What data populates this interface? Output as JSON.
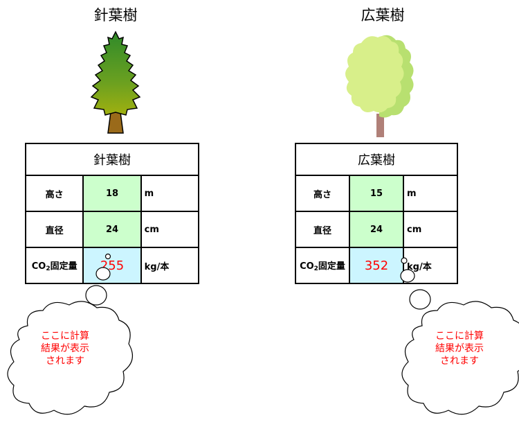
{
  "conifer": {
    "title": "針葉樹",
    "table_title": "針葉樹",
    "height_label": "高さ",
    "height_value": "18",
    "height_unit": "m",
    "diameter_label": "直径",
    "diameter_value": "24",
    "diameter_unit": "cm",
    "co2_label_prefix": "CO",
    "co2_label_sub": "2",
    "co2_label_suffix": "固定量",
    "co2_value": "255",
    "co2_unit": "kg/本",
    "bubble_text": "ここに計算\n結果が表示\nされます"
  },
  "broadleaf": {
    "title": "広葉樹",
    "table_title": "広葉樹",
    "height_label": "高さ",
    "height_value": "15",
    "height_unit": "m",
    "diameter_label": "直径",
    "diameter_value": "24",
    "diameter_unit": "cm",
    "co2_label_prefix": "CO",
    "co2_label_sub": "2",
    "co2_label_suffix": "固定量",
    "co2_value": "352",
    "co2_unit": "kg/本",
    "bubble_text": "ここに計算\n結果が表示\nされます"
  },
  "colors": {
    "input_cell": "#ccffcc",
    "output_cell": "#ccf5ff",
    "result_text": "#ff0000",
    "conifer_foliage": "#5a9a1e",
    "conifer_trunk": "#9a6a1a",
    "broadleaf_foliage": "#d8ef8a",
    "broadleaf_shadow": "#b8e070",
    "broadleaf_trunk": "#b08078"
  },
  "icons": {
    "conifer_tree": "conifer-tree-icon",
    "broadleaf_tree": "broadleaf-tree-icon",
    "thought_bubble": "thought-bubble-icon"
  }
}
